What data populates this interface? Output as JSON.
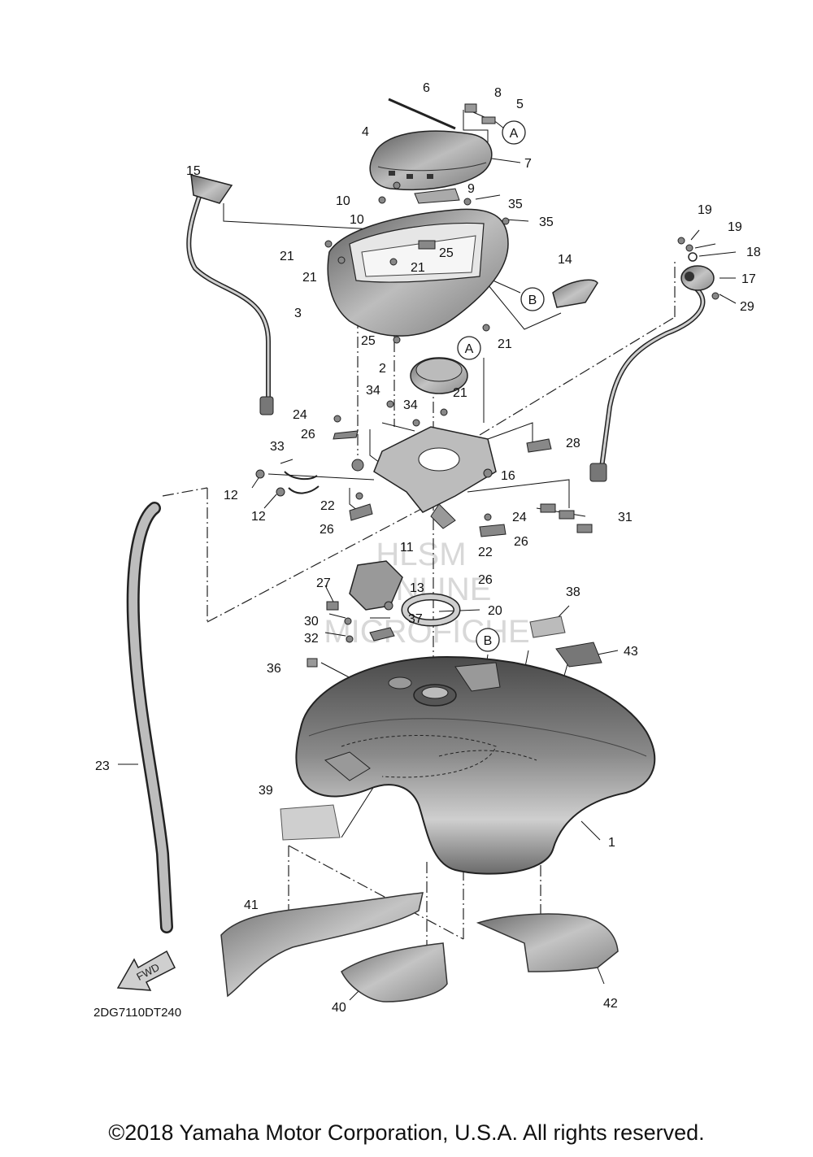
{
  "diagram": {
    "code": "2DG7110DT240",
    "fwd_label": "FWD",
    "ref_a": "A",
    "ref_b": "B",
    "watermark": [
      "HLSM",
      "ONLINE",
      "MICROFICHE"
    ],
    "callouts": {
      "c1": "1",
      "c2": "2",
      "c3": "3",
      "c4": "4",
      "c5": "5",
      "c6": "6",
      "c7": "7",
      "c8": "8",
      "c9": "9",
      "c10a": "10",
      "c10b": "10",
      "c11": "11",
      "c12a": "12",
      "c12b": "12",
      "c13": "13",
      "c14": "14",
      "c15": "15",
      "c16": "16",
      "c17": "17",
      "c18": "18",
      "c19a": "19",
      "c19b": "19",
      "c20": "20",
      "c21a": "21",
      "c21b": "21",
      "c21c": "21",
      "c21d": "21",
      "c21e": "21",
      "c22a": "22",
      "c22b": "22",
      "c23": "23",
      "c24a": "24",
      "c24b": "24",
      "c25a": "25",
      "c25b": "25",
      "c26a": "26",
      "c26b": "26",
      "c26c": "26",
      "c26d": "26",
      "c27": "27",
      "c28": "28",
      "c29": "29",
      "c30": "30",
      "c31": "31",
      "c32": "32",
      "c33": "33",
      "c34a": "34",
      "c34b": "34",
      "c35a": "35",
      "c35b": "35",
      "c36": "36",
      "c37": "37",
      "c38": "38",
      "c39": "39",
      "c40": "40",
      "c41": "41",
      "c42": "42",
      "c43": "43"
    }
  },
  "footer": {
    "copyright": "©2018 Yamaha Motor Corporation, U.S.A. All rights reserved."
  }
}
